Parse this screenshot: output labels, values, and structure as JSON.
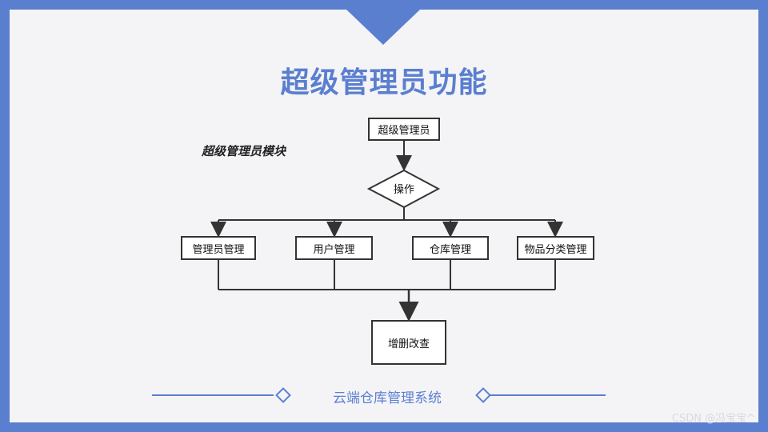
{
  "title": "超级管理员功能",
  "module_label": "超级管理员模块",
  "nodes": {
    "root": "超级管理员",
    "decision": "操作",
    "children": [
      "管理员管理",
      "用户管理",
      "仓库管理",
      "物品分类管理"
    ],
    "result": "增删改查"
  },
  "footer": "云端仓库管理系统",
  "watermark": "CSDN @冯宝宝^",
  "colors": {
    "accent": "#5b7fcf",
    "background": "#f4f4f7",
    "line": "#333333"
  }
}
